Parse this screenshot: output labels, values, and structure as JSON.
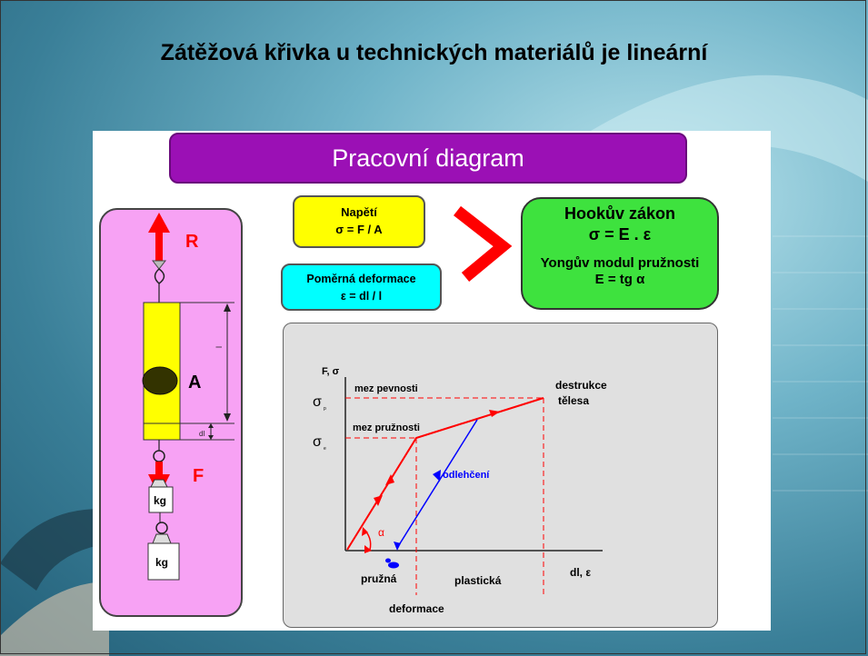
{
  "slide": {
    "title": "Zátěžová křivka u technických materiálů je lineární"
  },
  "header": {
    "label": "Pracovní  diagram"
  },
  "stress_box": {
    "title": "Napětí",
    "formula": "σ = F / A"
  },
  "strain_box": {
    "title": "Poměrná deformace",
    "formula": "ε = dl / l"
  },
  "hooke_box": {
    "title": "Hookův zákon",
    "formula": "σ = E . ε",
    "modulus_title": "Yongův modul pružnosti",
    "modulus_formula": "E = tg α"
  },
  "specimen": {
    "label_R": "R",
    "label_A": "A",
    "label_F": "F",
    "label_l": "l",
    "label_dl": "dl",
    "weight_upper": "kg",
    "weight_lower": "kg"
  },
  "graph": {
    "y_axis_label": "F, σ",
    "x_axis_label": "dl, ε",
    "sigma_top": "σ",
    "sigma_top_sub": "p",
    "sigma_mid": "σ",
    "sigma_mid_sub": "e",
    "mez_pevnosti": "mez pevnosti",
    "mez_pruznosti": "mez pružnosti",
    "destrukce_line1": "destrukce",
    "destrukce_line2": "tělesa",
    "odlehceni": "odlehčení",
    "alpha": "α",
    "pruzna": "pružná",
    "plasticka": "plastická",
    "deformace": "deformace"
  },
  "colors": {
    "purple": "#9b10b5",
    "pink": "#f7a2f4",
    "yellow": "#ffff00",
    "cyan": "#00ffff",
    "green": "#3ee23e",
    "red": "#ff0000",
    "blue": "#0000ff"
  }
}
